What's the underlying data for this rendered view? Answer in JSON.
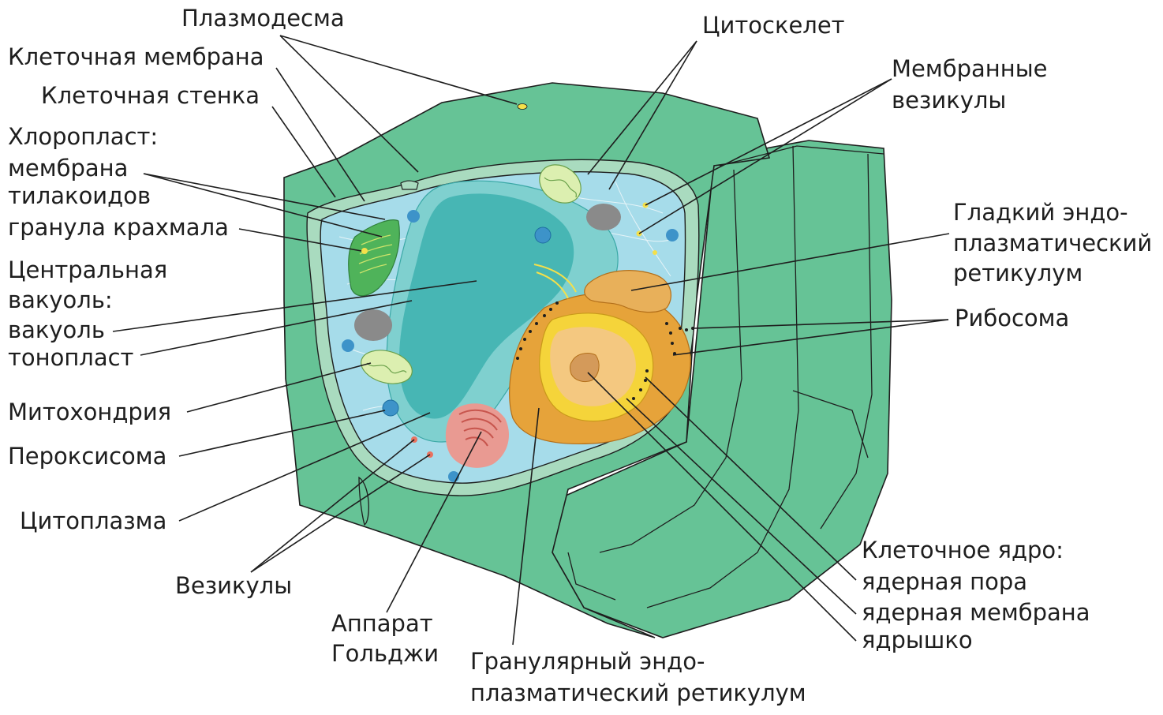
{
  "labels": {
    "plasmodesma": "Плазмодесма",
    "cell_membrane": "Клеточная мембрана",
    "cell_wall": "Клеточная стенка",
    "chloroplast_1": "Хлоропласт:",
    "chloroplast_2": "мембрана",
    "chloroplast_3": "тилакоидов",
    "chloroplast_4": "гранула крахмала",
    "vacuole_1": "Центральная",
    "vacuole_2": "вакуоль:",
    "vacuole_3": "вакуоль",
    "vacuole_4": "тонопласт",
    "mitochondrion": "Митохондрия",
    "peroxisome": "Пероксисома",
    "cytoplasm": "Цитоплазма",
    "vesicles": "Везикулы",
    "golgi_1": "Аппарат",
    "golgi_2": "Гольджи",
    "rough_er_1": "Гранулярный эндо-",
    "rough_er_2": "плазматический ретикулум",
    "cytoskeleton": "Цитоскелет",
    "membrane_vesicles_1": "Мембранные",
    "membrane_vesicles_2": "везикулы",
    "smooth_er_1": "Гладкий эндо-",
    "smooth_er_2": "плазматический",
    "smooth_er_3": "ретикулум",
    "ribosome": "Рибосома",
    "nucleus_1": "Клеточное ядро:",
    "nucleus_2": "ядерная пора",
    "nucleus_3": "ядерная мембрана",
    "nucleus_4": "ядрышко"
  },
  "colors": {
    "cell_wall": "#66c396",
    "cell_wall_light": "#a9dbbf",
    "cytoplasm": "#a6dcea",
    "vacuole": "#5fc3c4",
    "vacuole_inner": "#47b6b4",
    "chloroplast": "#5cb85c",
    "nucleus": "#f0b64a",
    "nucleolus": "#d49a5a",
    "golgi": "#e99a92",
    "mitochondrion": "#dcefb0",
    "peroxisome": "#7fb0d8",
    "gray_body": "#8a8a8a"
  }
}
